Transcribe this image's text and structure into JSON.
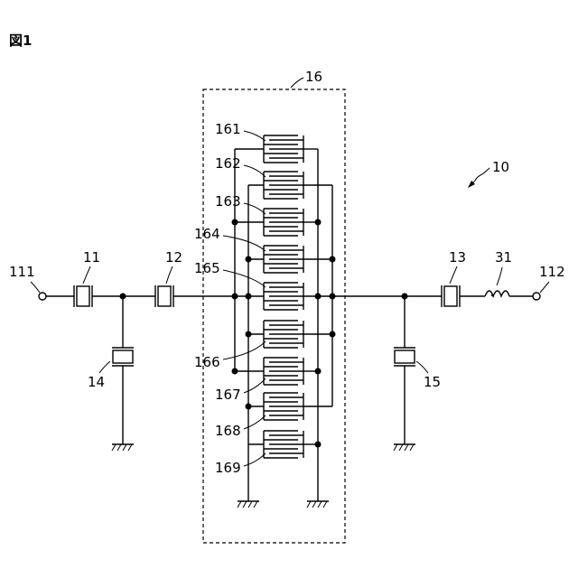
{
  "figure_label": "図1",
  "labels": {
    "device": "10",
    "terminal_in": "111",
    "terminal_out": "112",
    "res11": "11",
    "res12": "12",
    "res13": "13",
    "res14": "14",
    "res15": "15",
    "inductor": "31",
    "filter_block": "16",
    "sub161": "161",
    "sub162": "162",
    "sub163": "163",
    "sub164": "164",
    "sub165": "165",
    "sub166": "166",
    "sub167": "167",
    "sub168": "168",
    "sub169": "169"
  }
}
